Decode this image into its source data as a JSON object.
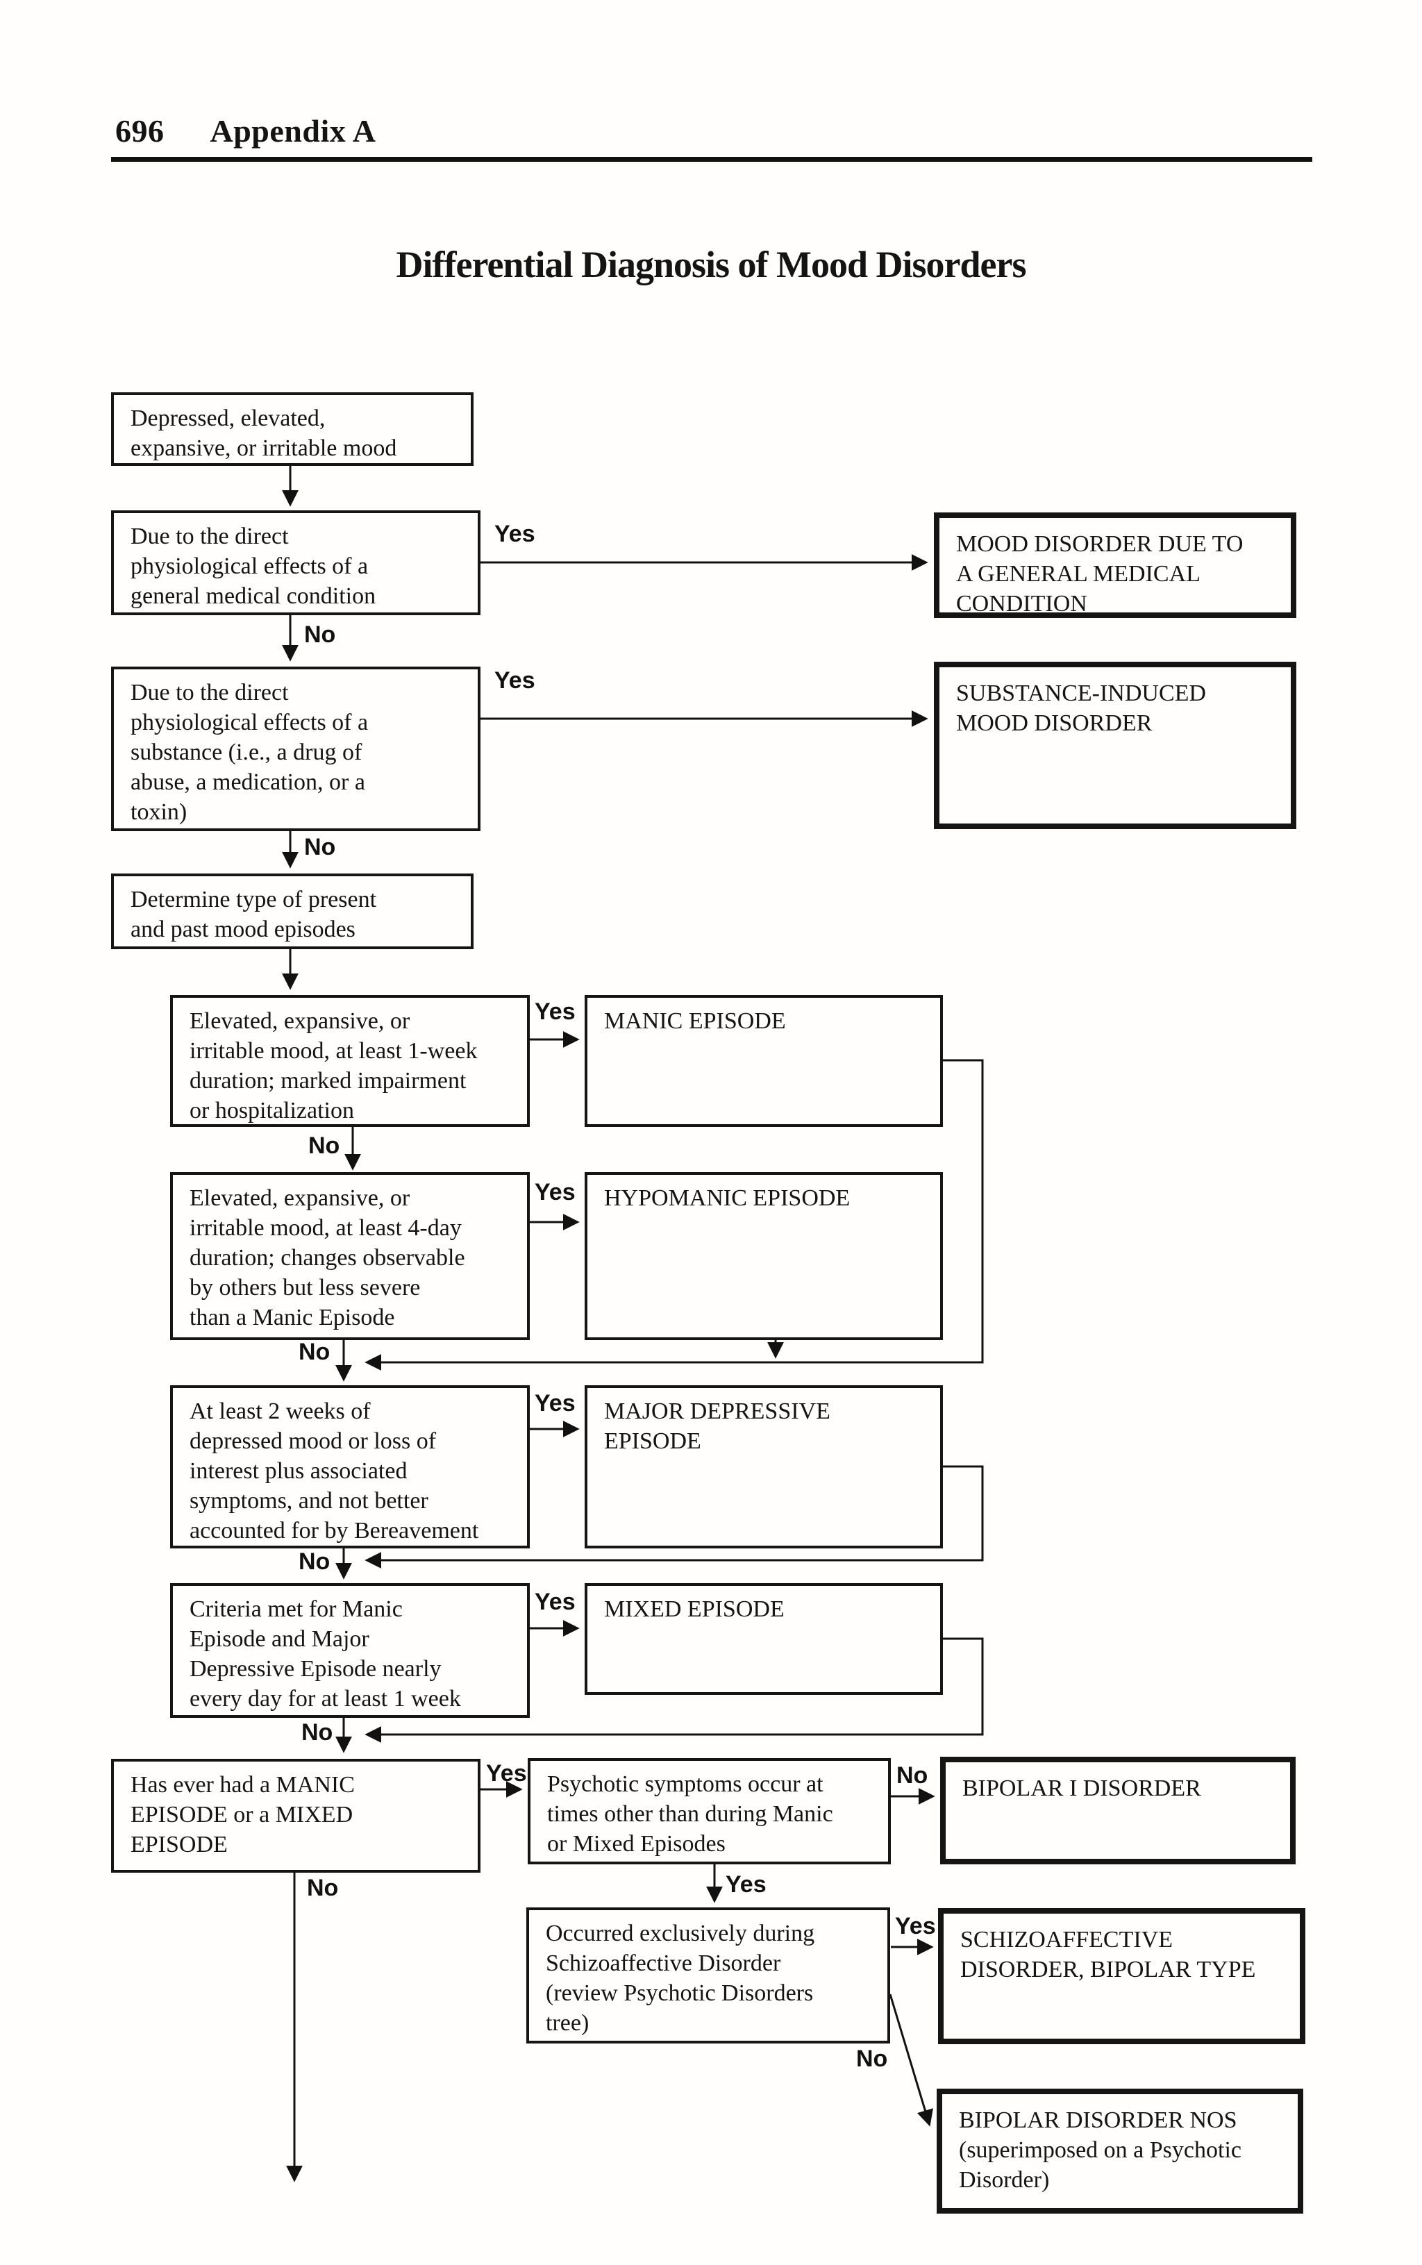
{
  "page": {
    "number": "696",
    "section": "Appendix A",
    "title": "Differential Diagnosis of Mood Disorders"
  },
  "labels": {
    "yes": "Yes",
    "no": "No"
  },
  "flowchart": {
    "nodes": {
      "start": "Depressed, elevated,\nexpansive, or irritable mood",
      "gmc_criteria": "Due to the direct\nphysiological effects of a\ngeneral medical condition",
      "gmc_result": "MOOD DISORDER DUE TO\nA GENERAL MEDICAL\nCONDITION",
      "substance_criteria": "Due to the direct\nphysiological effects of a\nsubstance (i.e., a drug of\nabuse, a medication, or a\ntoxin)",
      "substance_result": "SUBSTANCE-INDUCED\nMOOD DISORDER",
      "determine": "Determine type of present\nand past mood episodes",
      "manic_criteria": "Elevated, expansive, or\nirritable mood, at least 1-week\nduration; marked impairment\nor hospitalization",
      "manic_result": "MANIC EPISODE",
      "hypomanic_criteria": "Elevated, expansive, or\nirritable mood, at least 4-day\nduration; changes observable\nby others but less severe\nthan a Manic Episode",
      "hypomanic_result": "HYPOMANIC EPISODE",
      "mde_criteria": "At least 2 weeks of\ndepressed mood or loss of\ninterest plus associated\nsymptoms, and not better\naccounted for by Bereavement",
      "mde_result": "MAJOR DEPRESSIVE\nEPISODE",
      "mixed_criteria": "Criteria met for Manic\nEpisode and Major\nDepressive Episode nearly\nevery day for at least 1 week",
      "mixed_result": "MIXED EPISODE",
      "ever_manic": "Has ever had a MANIC\nEPISODE or a MIXED\nEPISODE",
      "psychotic": "Psychotic symptoms occur at\ntimes other than during Manic\nor Mixed Episodes",
      "bipolar1": "BIPOLAR I DISORDER",
      "occurred_exclusively": "Occurred exclusively during\nSchizoaffective Disorder\n(review Psychotic Disorders\ntree)",
      "schizoaffective": "SCHIZOAFFECTIVE\nDISORDER, BIPOLAR TYPE",
      "bipolar_nos": "BIPOLAR DISORDER NOS\n(superimposed on a Psychotic\nDisorder)"
    }
  }
}
